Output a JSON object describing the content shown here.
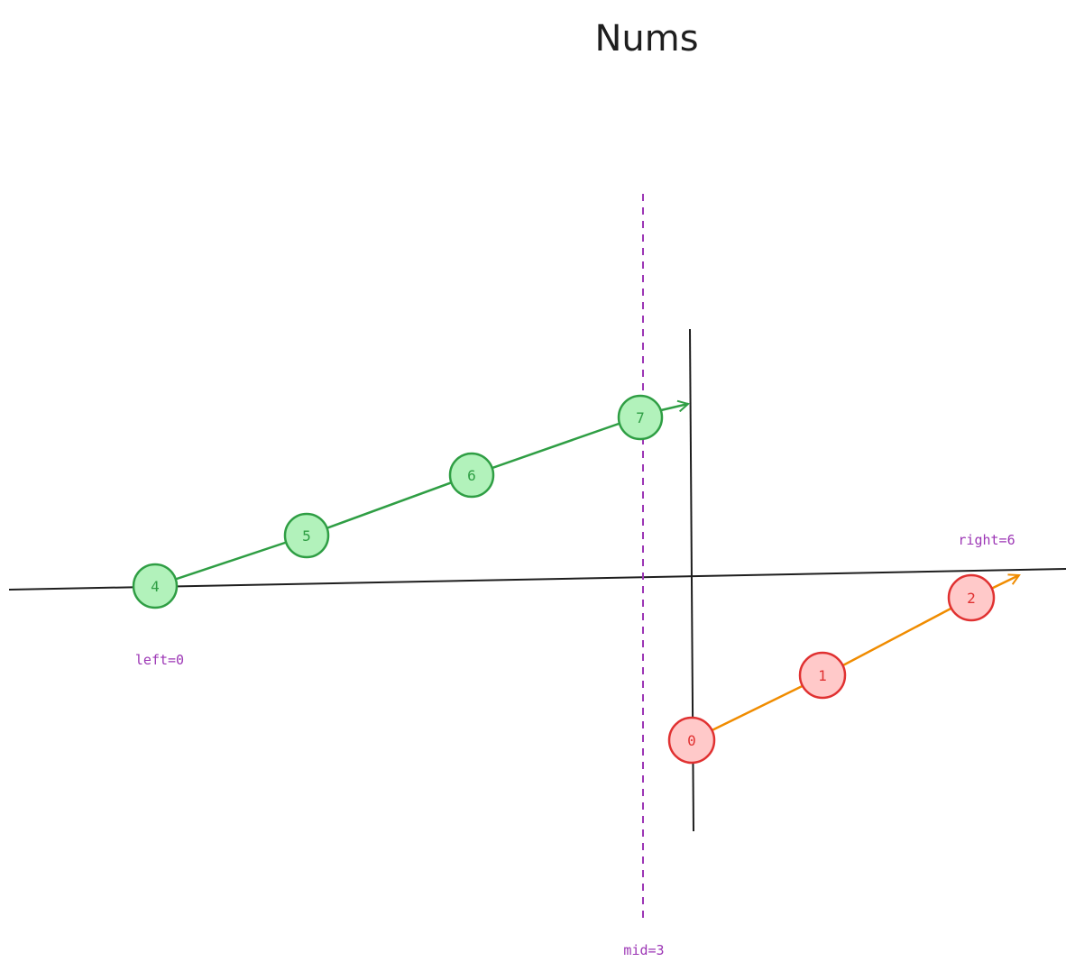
{
  "title": "Nums",
  "colors": {
    "axis": "#1e1e1e",
    "green_stroke": "#2f9e44",
    "green_fill": "#b2f2bb",
    "red_stroke": "#e03131",
    "red_fill": "#ffc9c9",
    "orange_line": "#f08c00",
    "purple": "#9c36b5"
  },
  "left_segment": {
    "nodes": [
      "4",
      "5",
      "6",
      "7"
    ]
  },
  "right_segment": {
    "nodes": [
      "0",
      "1",
      "2"
    ]
  },
  "pointers": {
    "left": "left=0",
    "mid": "mid=3",
    "right": "right=6"
  }
}
